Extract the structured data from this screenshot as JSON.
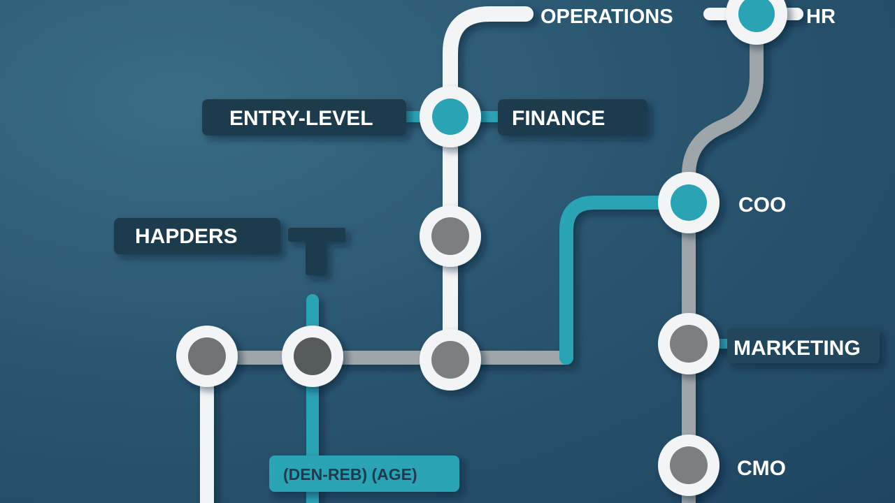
{
  "diagram": {
    "labels": {
      "operations": "OPERATIONS",
      "hr": "HR",
      "entry_level": "ENTRY-LEVEL",
      "finance": "FINANCE",
      "hapders": "HAPDERS",
      "coo": "COO",
      "marketing": "MARKETING",
      "cmo": "CMO",
      "bottom_box": "(DEN‑REB) (AGE)"
    },
    "colors": {
      "background": "#2a5670",
      "track_white": "#f2f4f5",
      "track_gray": "#9ea6aa",
      "track_teal": "#2aa3b5",
      "node_teal": "#2aa3b5",
      "node_gray": "#7b7e80",
      "node_dark": "#555a5c",
      "label_box": "#1e3a4d",
      "teal_box": "#2aa3b5"
    }
  }
}
